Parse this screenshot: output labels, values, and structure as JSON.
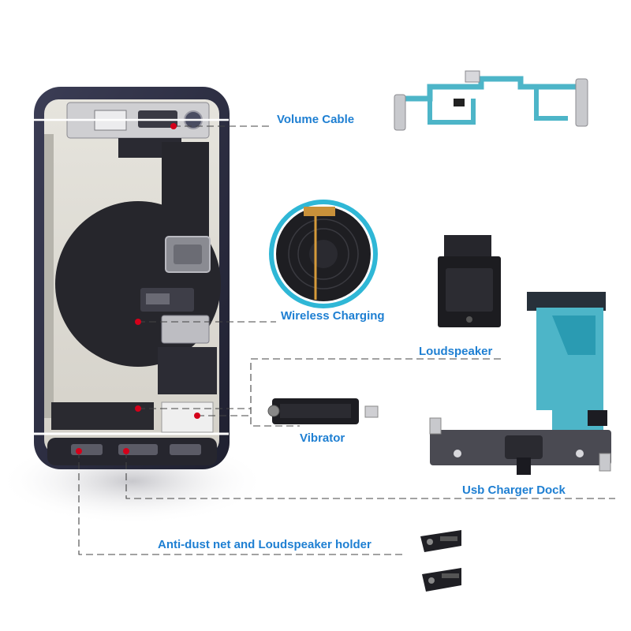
{
  "labels": {
    "volume_cable": "Volume Cable",
    "wireless_charging": "Wireless Charging",
    "loudspeaker": "Loudspeaker",
    "vibrator": "Vibrator",
    "usb_charger_dock": "Usb Charger Dock",
    "anti_dust": "Anti-dust net and Loudspeaker holder"
  },
  "colors": {
    "label_blue": "#1e7fd2",
    "marker_red": "#d4001a",
    "leader_line": "#444444",
    "frame_dark": "#2b2c3e",
    "flex_teal": "#4db5c8"
  }
}
